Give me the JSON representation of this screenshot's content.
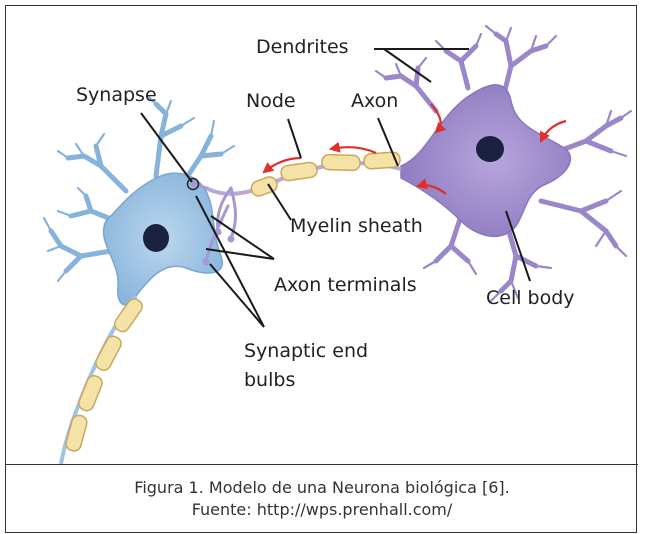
{
  "labels": {
    "dendrites": "Dendrites",
    "synapse": "Synapse",
    "node": "Node",
    "axon": "Axon",
    "myelin_sheath": "Myelin sheath",
    "axon_terminals": "Axon terminals",
    "cell_body": "Cell body",
    "synaptic_end_bulbs_line1": "Synaptic end",
    "synaptic_end_bulbs_line2": "bulbs"
  },
  "caption": {
    "line1": "Figura 1. Modelo de una Neurona biológica [6].",
    "line2": "Fuente: http://wps.prenhall.com/"
  },
  "colors": {
    "purple_cell": "#9a86c9",
    "blue_cell": "#9ec3e3",
    "nucleus": "#1b2240",
    "myelin": "#f4e2a6",
    "signal_arrow": "#e0302a"
  }
}
